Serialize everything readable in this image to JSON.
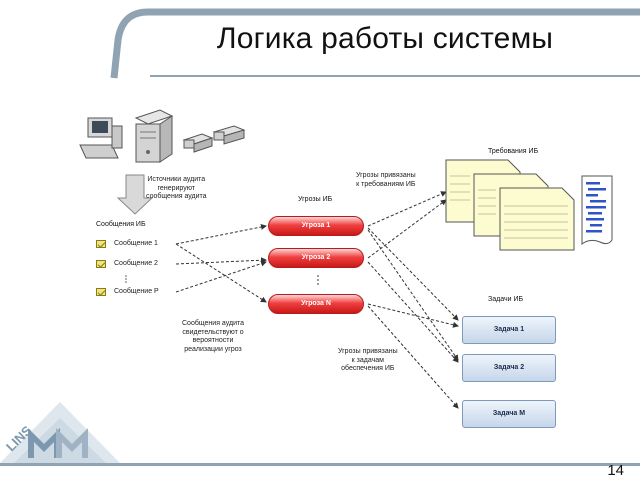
{
  "slide": {
    "title": "Логика работы системы",
    "page_number": "14",
    "logo_text": "LINS"
  },
  "sources": {
    "caption": [
      "Источники аудита",
      "генерируют",
      "сообщения аудита"
    ]
  },
  "messages": {
    "header": "Сообщения ИБ",
    "items": [
      "Сообщение 1",
      "Сообщение 2",
      "Сообщение P"
    ]
  },
  "threats": {
    "header": "Угрозы ИБ",
    "items": [
      "Угроза 1",
      "Угроза 2",
      "Угроза N"
    ]
  },
  "requirements": {
    "header": "Требования ИБ",
    "link_caption": [
      "Угрозы привязаны",
      "к требованиям ИБ"
    ]
  },
  "tasks": {
    "header": "Задачи ИБ",
    "items": [
      "Задача 1",
      "Задача 2",
      "Задача M"
    ],
    "link_caption": [
      "Угрозы привязаны",
      "к задачам",
      "обеспечения ИБ"
    ]
  },
  "evidence_caption": [
    "Сообщения аудита",
    "свидетельствуют о",
    "вероятности",
    "реализации угроз"
  ],
  "colors": {
    "threat": "#e53935",
    "task": "#c5d6ea",
    "bars": "#6f8fa3",
    "footer_bar": "#8fa3b3"
  }
}
